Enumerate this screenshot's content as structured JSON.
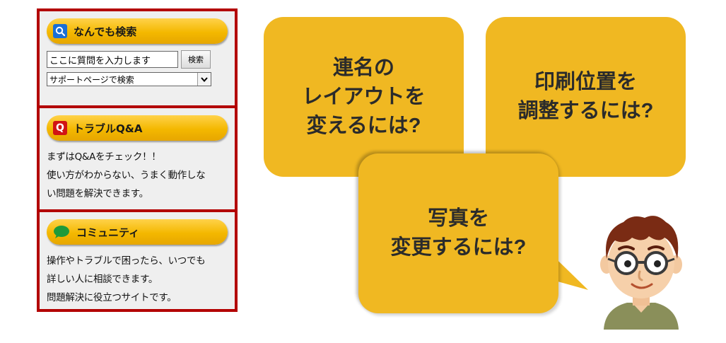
{
  "sidebar": {
    "search": {
      "title": "なんでも検索",
      "input_value": "ここに質問を入力します",
      "button_label": "検索",
      "select_value": "サポートページで検索"
    },
    "trouble": {
      "title": "トラブルQ&A",
      "icon_letter": "Q",
      "lines": [
        "まずはQ&Aをチェック！！",
        "使い方がわからない、うまく動作しな",
        "い問題を解決できます。"
      ]
    },
    "community": {
      "title": "コミュニティ",
      "lines": [
        "操作やトラブルで困ったら、いつでも",
        "詳しい人に相談できます。",
        "問題解決に役立つサイトです。"
      ]
    }
  },
  "bubbles": [
    {
      "lines": [
        "連名の",
        "レイアウトを",
        "変えるには?"
      ]
    },
    {
      "lines": [
        "印刷位置を",
        "調整するには?"
      ]
    },
    {
      "lines": [
        "写真を",
        "変更するには?"
      ]
    }
  ],
  "colors": {
    "panel_border": "#b30000",
    "bubble": "#f0b822",
    "pill": "#f4b800"
  },
  "icons": [
    "search-icon",
    "q-icon",
    "speech-bubble-icon",
    "chevron-down-icon"
  ]
}
